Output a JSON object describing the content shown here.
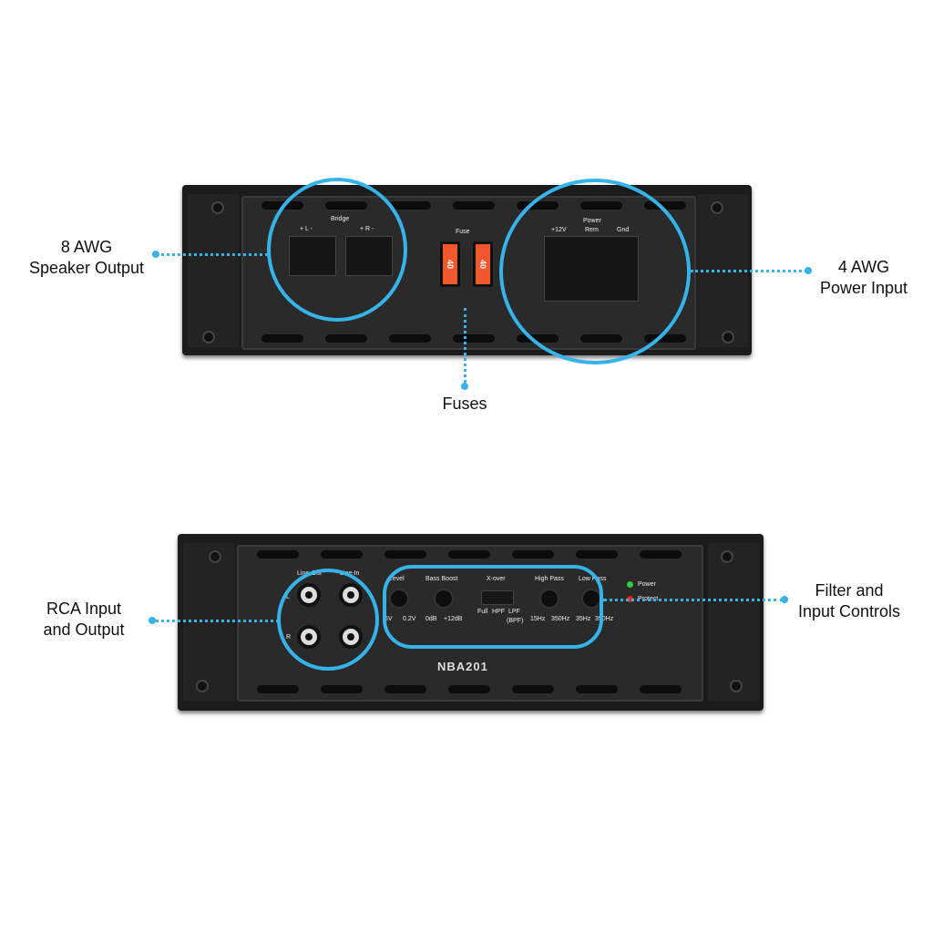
{
  "callouts": {
    "speaker_output": [
      "8 AWG",
      "Speaker Output"
    ],
    "fuses": "Fuses",
    "power_input": [
      "4 AWG",
      "Power Input"
    ],
    "rca": [
      "RCA Input",
      "and Output"
    ],
    "controls": [
      "Filter and",
      "Input Controls"
    ]
  },
  "top_panel": {
    "bridge": "Bridge",
    "left": "+ L -",
    "right": "+ R -",
    "fuse": "Fuse",
    "fuse_rating": "40",
    "power": "Power",
    "plus12v": "+12V",
    "rem": "Rem",
    "gnd": "Gnd"
  },
  "bottom_panel": {
    "line_out": "Line-Out",
    "line_in": "Line-In",
    "L": "L",
    "R": "R",
    "level": "Level",
    "level_min": "6V",
    "level_max": "0.2V",
    "bass_boost": "Bass Boost",
    "bass_min": "0dB",
    "bass_max": "+12dB",
    "xover": "X-over",
    "xover_full": "Full",
    "xover_hpf": "HPF",
    "xover_lpf": "LPF",
    "xover_bpf": "(BPF)",
    "high_pass": "High Pass",
    "hp_min": "15Hz",
    "hp_max": "350Hz",
    "low_pass": "Low Pass",
    "lp_min": "35Hz",
    "lp_max": "350Hz",
    "power_led": "Power",
    "protect_led": "Protect",
    "model": "NBA201"
  },
  "colors": {
    "accent": "#36b3e8",
    "fuse": "#f0572a",
    "power_led": "#2ecc40",
    "protect_led": "#e8261c"
  }
}
